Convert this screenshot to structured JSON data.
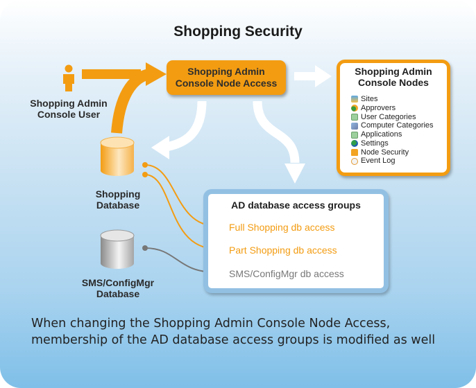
{
  "title": "Shopping Security",
  "user": {
    "label_line1": "Shopping Admin",
    "label_line2": "Console User",
    "icon": "person-icon"
  },
  "access_box": {
    "line1": "Shopping Admin",
    "line2": "Console Node Access"
  },
  "nodes_box": {
    "title_line1": "Shopping Admin",
    "title_line2": "Console Nodes",
    "items": [
      {
        "label": "Sites",
        "icon": "sites-icon"
      },
      {
        "label": "Approvers",
        "icon": "approvers-icon"
      },
      {
        "label": "User Categories",
        "icon": "user-categories-icon"
      },
      {
        "label": "Computer Categories",
        "icon": "computer-categories-icon"
      },
      {
        "label": "Applications",
        "icon": "applications-icon"
      },
      {
        "label": "Settings",
        "icon": "settings-icon"
      },
      {
        "label": "Node Security",
        "icon": "lock-icon"
      },
      {
        "label": "Event Log",
        "icon": "event-log-icon"
      }
    ]
  },
  "shopping_db": {
    "line1": "Shopping",
    "line2": "Database"
  },
  "sms_db": {
    "line1": "SMS/ConfigMgr",
    "line2": "Database"
  },
  "groups_box": {
    "title": "AD database access groups",
    "items": [
      {
        "label": "Full Shopping db access",
        "color": "#f39c12"
      },
      {
        "label": "Part Shopping db access",
        "color": "#f39c12"
      },
      {
        "label": "SMS/ConfigMgr db access",
        "color": "#777777"
      }
    ]
  },
  "caption": "When changing the Shopping Admin Console Node Access, membership of the AD database access groups is modified as well",
  "colors": {
    "orange": "#f39c12",
    "gray": "#777777",
    "blue_border": "#92c0e3"
  }
}
